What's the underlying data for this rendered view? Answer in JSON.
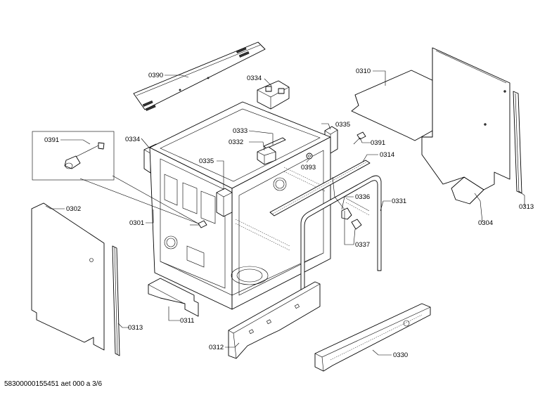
{
  "labels": {
    "p0390": "0390",
    "p0334a": "0334",
    "p0334b": "0334",
    "p0333": "0333",
    "p0332": "0332",
    "p0335a": "0335",
    "p0335b": "0335",
    "p0391a": "0391",
    "p0391b": "0391",
    "p0393": "0393",
    "p0310": "0310",
    "p0314": "0314",
    "p0336": "0336",
    "p0331": "0331",
    "p0337": "0337",
    "p0302": "0302",
    "p0301": "0301",
    "p0304": "0304",
    "p0313a": "0313",
    "p0313b": "0313",
    "p0311": "0311",
    "p0312": "0312",
    "p0330": "0330"
  },
  "footer": "58300000155451 aet 000 a 3/6"
}
